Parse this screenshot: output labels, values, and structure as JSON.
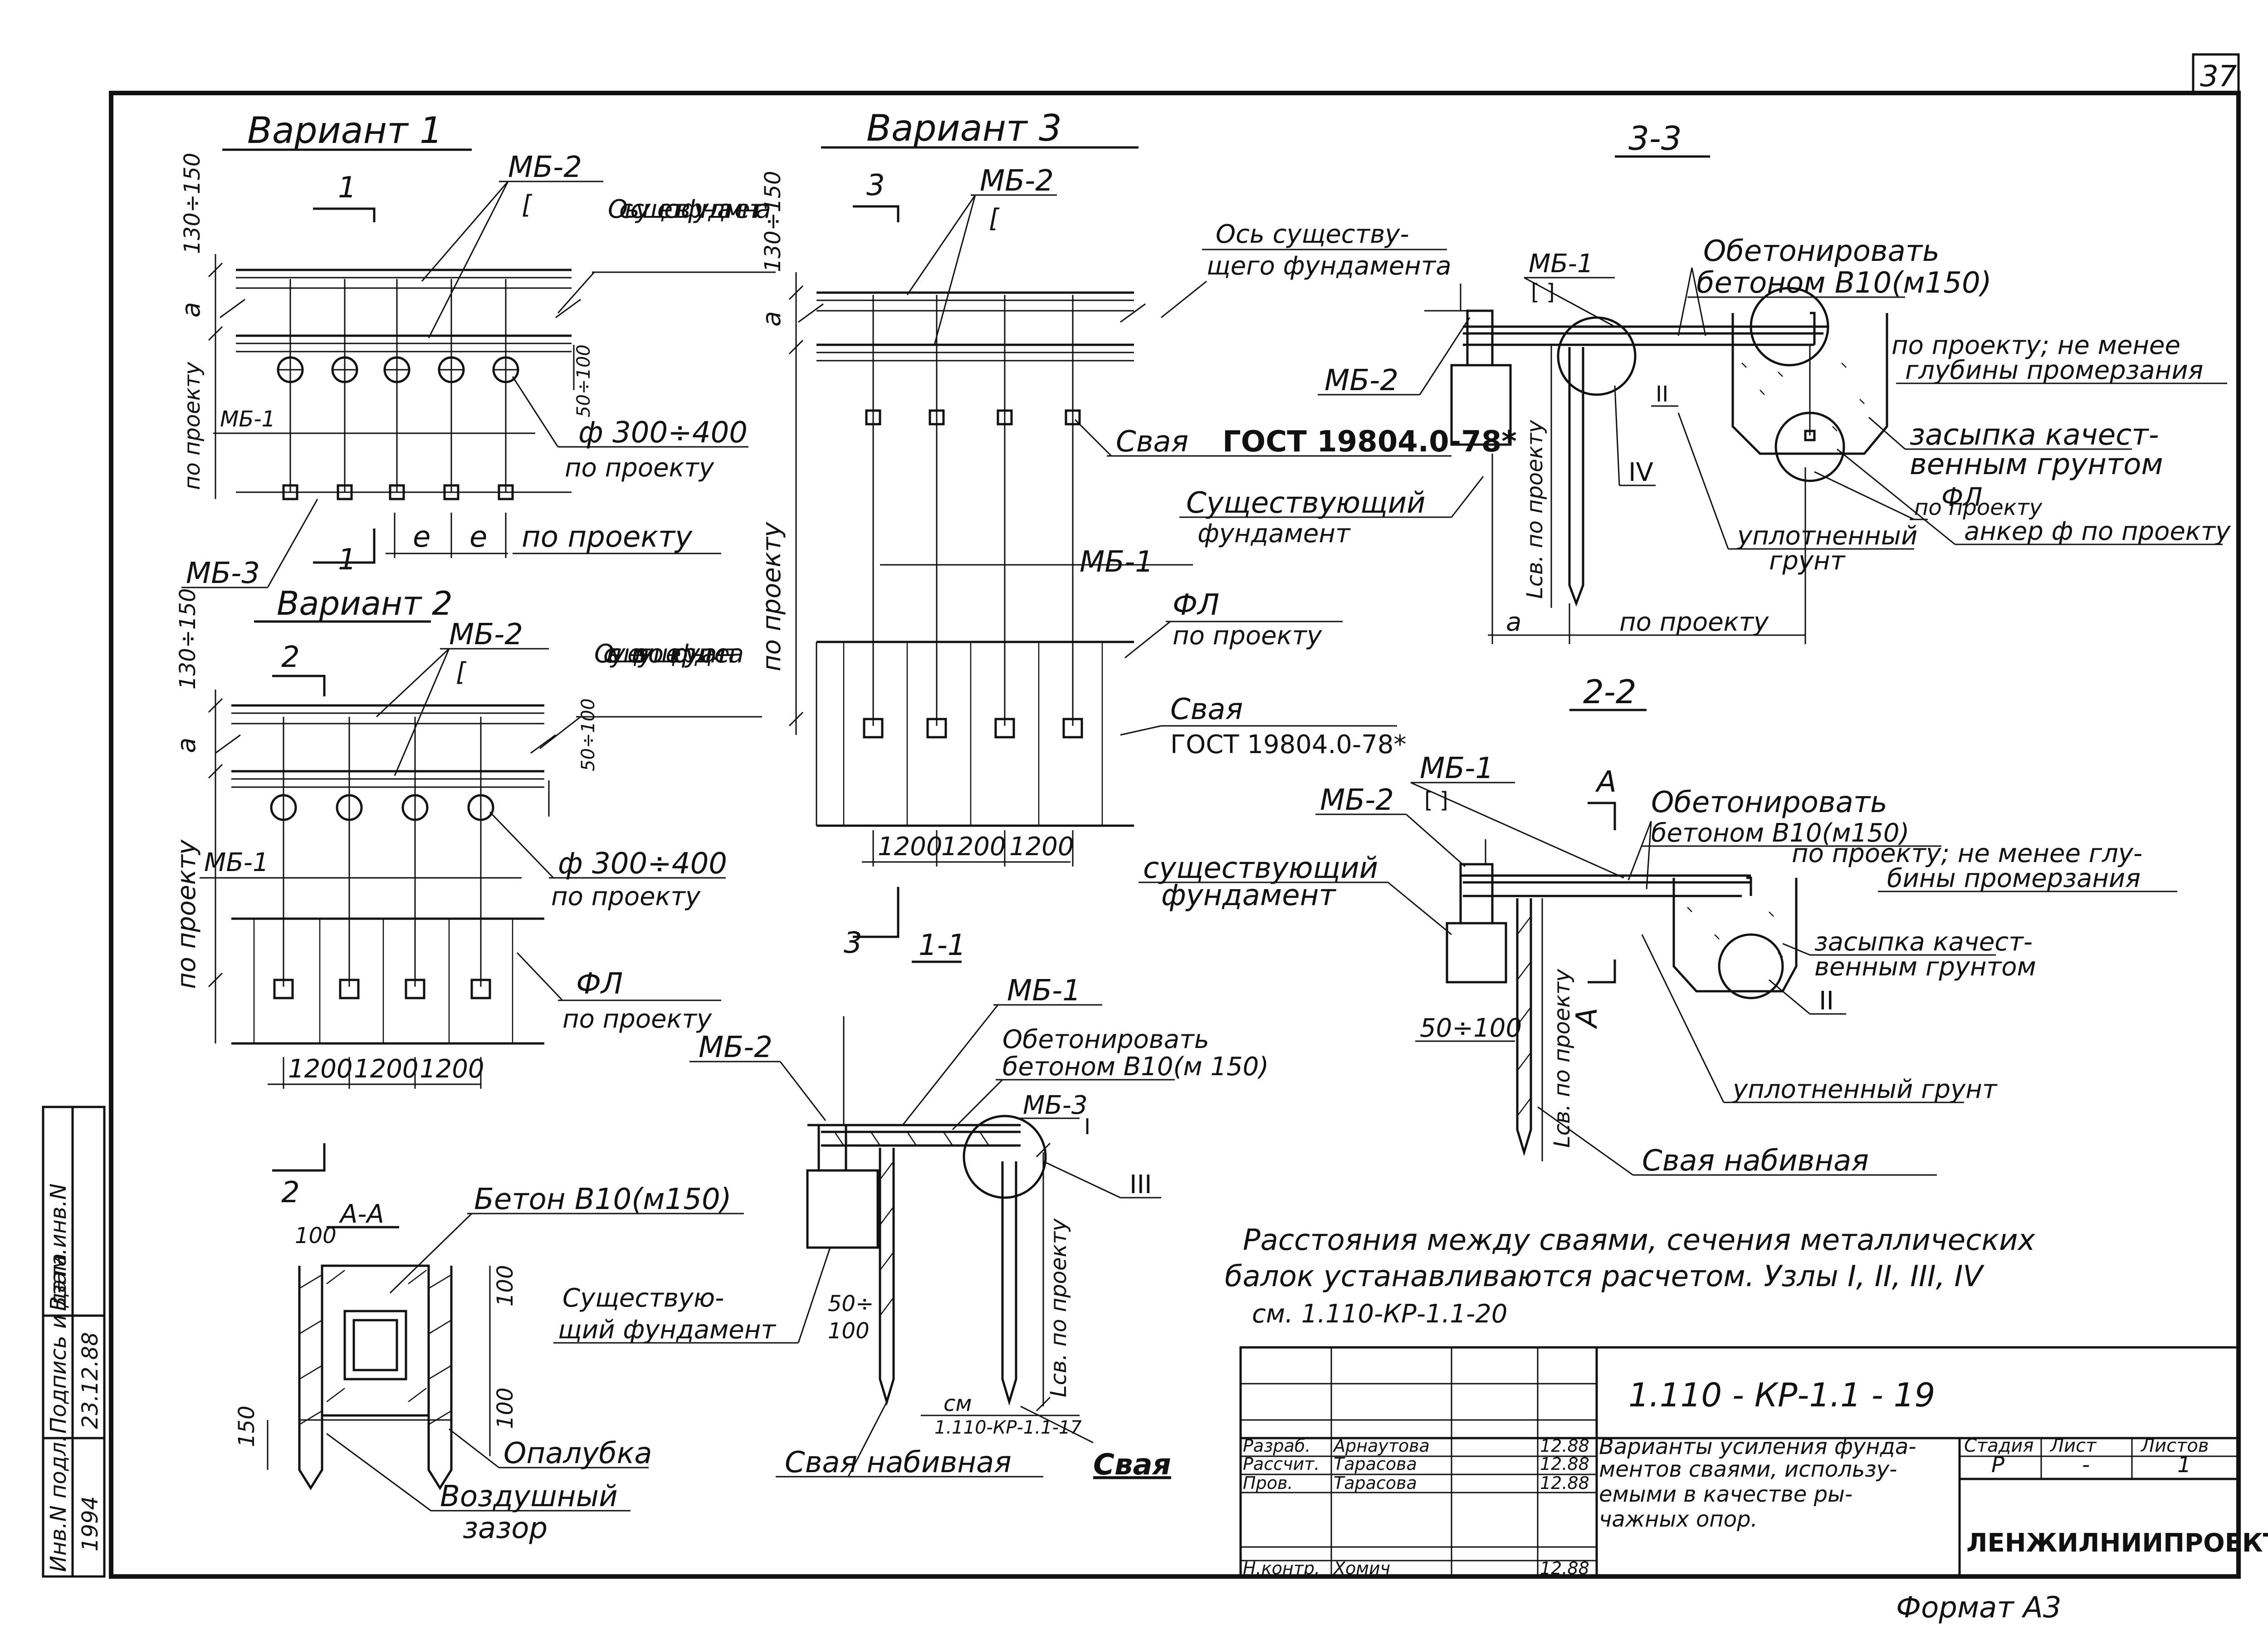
{
  "sheet_number": "37",
  "format_label": "Формат А3",
  "variant1": {
    "title": "Вариант 1",
    "section_mark": "1",
    "mb2": "МБ-2",
    "mb2_symbol": "[",
    "axis_label": "Ось существ. фундамента",
    "dim_top": "130÷150",
    "dim_a": "а",
    "dim_side": "по проекту",
    "dim_50_100": "50÷100",
    "mb1": "МБ-1",
    "phi": "ф 300÷400",
    "phi_note": "по проекту",
    "mb3": "МБ-3",
    "spacing_e1": "е",
    "spacing_e2": "е",
    "spacing_note": "по проекту"
  },
  "variant2": {
    "title": "Вариант 2",
    "section_mark": "2",
    "mb2": "МБ-2",
    "mb2_symbol": "[",
    "axis_label": "Ось сущест- вующего фундамента",
    "dim_top": "130÷150",
    "dim_a": "а",
    "dim_side": "по проекту",
    "dim_50_100": "50÷100",
    "mb1": "МБ-1",
    "phi": "ф 300÷400",
    "phi_note": "по проекту",
    "fl": "ФЛ",
    "fl_note": "по проекту",
    "spacings": [
      "1200",
      "1200",
      "1200"
    ]
  },
  "variant3": {
    "title": "Вариант 3",
    "section_mark": "3",
    "mb2": "МБ-2",
    "mb2_symbol": "[",
    "axis_label_1": "Ось существу-",
    "axis_label_2": "щего фундамента",
    "dim_top": "130÷150",
    "dim_a": "а",
    "dim_side": "по проекту",
    "pile_label": "Свая",
    "pile_gost": "ГОСТ 19804.0-78*",
    "existing_1": "Существующий",
    "existing_2": "фундамент",
    "mb1": "МБ-1",
    "fl": "ФЛ",
    "fl_note": "по проекту",
    "pile2_label": "Свая",
    "pile2_gost": "ГОСТ 19804.0-78*",
    "spacings": [
      "1200",
      "1200",
      "1200"
    ]
  },
  "section11": {
    "title": "1-1",
    "mb1": "МБ-1",
    "mb2": "МБ-2",
    "mb3": "МБ-3",
    "concrete_1": "Обетонировать",
    "concrete_2": "бетоном В10(м 150)",
    "existing_1": "Существую-",
    "existing_2": "щий фундамент",
    "dim_50": "50÷",
    "dim_100": "100",
    "length": "Lсв. по проекту",
    "node": "III",
    "see_1": "см",
    "see_2": "1.110-КР-1.1-17",
    "pile_label": "Свая набивная",
    "pile2_label": "Свая"
  },
  "sectionAA": {
    "title": "А-А",
    "dim_100_top": "100",
    "concrete": "Бетон В10(м150)",
    "dim_100_r1": "100",
    "dim_100_r2": "100",
    "dim_150": "150",
    "formwork": "Опалубка",
    "gap_1": "Воздушный",
    "gap_2": "зазор"
  },
  "section33": {
    "title": "3-3",
    "mb1": "МБ-1",
    "mb1_symbol": "[ ]",
    "mb2": "МБ-2",
    "concrete_1": "Обетонировать",
    "concrete_2": "бетоном В10(м150)",
    "depth_1": "по проекту; не менее",
    "depth_2": "глубины промерзания",
    "backfill_1": "засыпка качест-",
    "backfill_2": "венным грунтом",
    "fl": "ФЛ",
    "fl_note": "по проекту",
    "compacted_1": "уплотненный",
    "compacted_2": "грунт",
    "anchor": "анкер ф по проекту",
    "node_iv": "IV",
    "node_ii": "II",
    "length": "Lсв. по проекту",
    "dim_a": "а",
    "dim_note": "по проекту"
  },
  "section22": {
    "title": "2-2",
    "mb1": "МБ-1",
    "mb1_symbol": "[ ]",
    "mb2": "МБ-2",
    "mark_a": "А",
    "concrete_1": "Обетонировать",
    "concrete_2": "бетоном В10(м150)",
    "depth_1": "по проекту; не менее глу-",
    "depth_2": "бины промерзания",
    "existing_1": "существующий",
    "existing_2": "фундамент",
    "backfill_1": "засыпка качест-",
    "backfill_2": "венным грунтом",
    "node": "II",
    "dim_50": "50÷100",
    "length": "Lсв. по проекту",
    "compacted": "уплотненный грунт",
    "pile_label": "Свая набивная"
  },
  "note": {
    "line1": "Расстояния между сваями, сечения металлических",
    "line2": "балок устанавливаются расчетом. Узлы I, II, III, IV",
    "line3": "см. 1.110-КР-1.1-20"
  },
  "title_block": {
    "code": "1.110 - КР-1.1 - 19",
    "title_1": "Варианты усиления фунда-",
    "title_2": "ментов сваями, использу-",
    "title_3": "емыми в качестве ры-",
    "title_4": "чажных опор.",
    "stage_h": "Стадия",
    "sheet_h": "Лист",
    "sheets_h": "Листов",
    "stage": "Р",
    "sheet": "-",
    "sheets": "1",
    "org": "ЛЕНЖИЛНИИПРОЕКТ",
    "rows": [
      {
        "role": "Разраб.",
        "name": "Арнаутова",
        "date": "12.88"
      },
      {
        "role": "Рассчит.",
        "name": "Тарасова",
        "date": "12.88"
      },
      {
        "role": "Пров.",
        "name": "Тарасова",
        "date": "12.88"
      },
      {
        "role": "Н.контр.",
        "name": "Хомич",
        "date": "12.88"
      }
    ]
  },
  "left_stamp": {
    "inv_label": "Инв.N подл.",
    "sign_label": "Подпись и дата",
    "replace_label": "Взам.инв.N",
    "inv_value": "1994",
    "sign_value": "23.12.88"
  }
}
